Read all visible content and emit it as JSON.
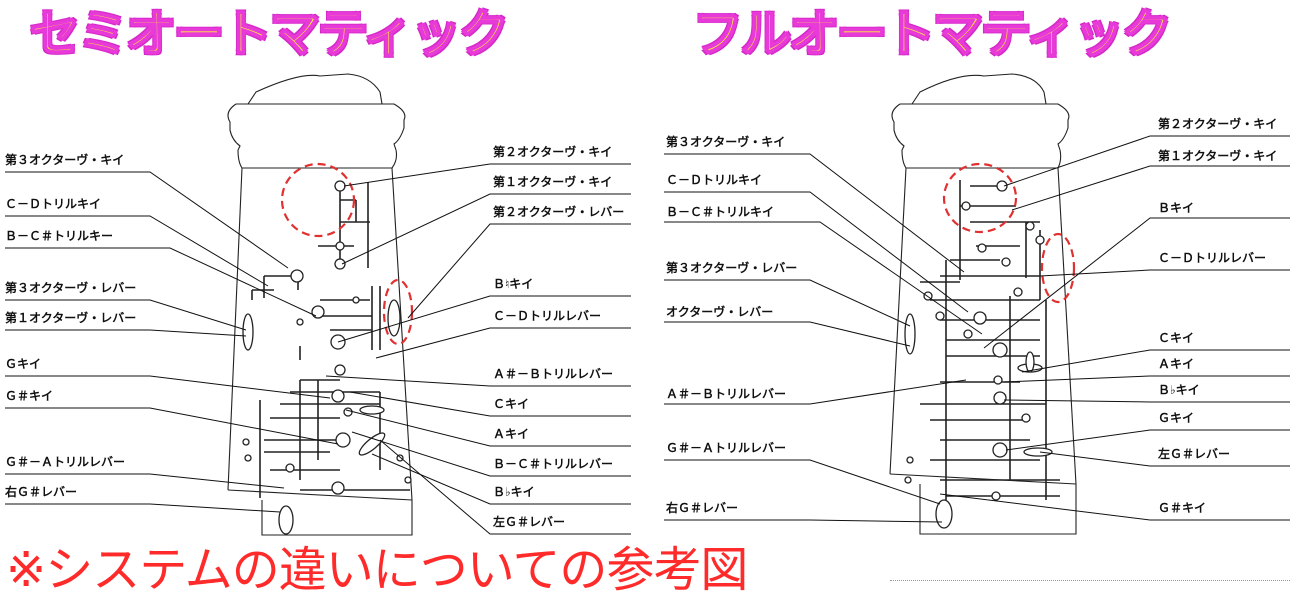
{
  "titles": {
    "left": "セミオートマティック",
    "right": "フルオートマティック"
  },
  "footer": "※システムの違いについての参考図",
  "colors": {
    "title_fill": "#ffee33",
    "title_outline": "#e83ad8",
    "footer": "#ff2a2a",
    "highlight_circle": "#e03030"
  },
  "left_labels": {
    "third_oct_key": "第３オクターヴ・キイ",
    "cd_trill_key": "Ｃ－Ｄトリルキイ",
    "bc_trill_key": "Ｂ－Ｃ＃トリルキー",
    "third_oct_lever": "第３オクターヴ・レバー",
    "first_oct_lever": "第１オクターヴ・レバー",
    "g_key": "Ｇキイ",
    "gs_key": "Ｇ＃キイ",
    "gsa_trill_lever": "Ｇ＃－Ａトリルレバー",
    "right_gs_lever": "右Ｇ＃レバー",
    "second_oct_key": "第２オクターヴ・キイ",
    "first_oct_key": "第１オクターヴ・キイ",
    "second_oct_lever": "第２オクターヴ・レバー",
    "bnat_key": "Ｂ♮キイ",
    "cd_trill_lever": "Ｃ－Ｄトリルレバー",
    "asb_trill_lever": "Ａ＃－Ｂトリルレバー",
    "c_key": "Ｃキイ",
    "a_key": "Ａキイ",
    "bcs_trill_lever": "Ｂ－Ｃ＃トリルレバー",
    "bflat_key": "Ｂ♭キイ",
    "left_gs_lever": "左Ｇ＃レバー"
  },
  "right_labels": {
    "third_oct_key": "第３オクターヴ・キイ",
    "cd_trill_key": "Ｃ－Ｄトリルキイ",
    "bcs_trill_key": "Ｂ－Ｃ＃トリルキイ",
    "third_oct_lever": "第３オクターヴ・レバー",
    "oct_lever": "オクターヴ・レバー",
    "asb_trill_lever": "Ａ＃－Ｂトリルレバー",
    "gsa_trill_lever": "Ｇ＃－Ａトリルレバー",
    "right_gs_lever": "右Ｇ＃レバー",
    "second_oct_key": "第２オクターヴ・キイ",
    "first_oct_key": "第１オクターヴ・キイ",
    "b_key": "Ｂキイ",
    "cd_trill_lever": "Ｃ－Ｄトリルレバー",
    "c_key": "Ｃキイ",
    "a_key": "Ａキイ",
    "bflat_key": "Ｂ♭キイ",
    "g_key": "Ｇキイ",
    "left_gs_lever": "左Ｇ＃レバー",
    "gs_key": "Ｇ＃キイ"
  }
}
